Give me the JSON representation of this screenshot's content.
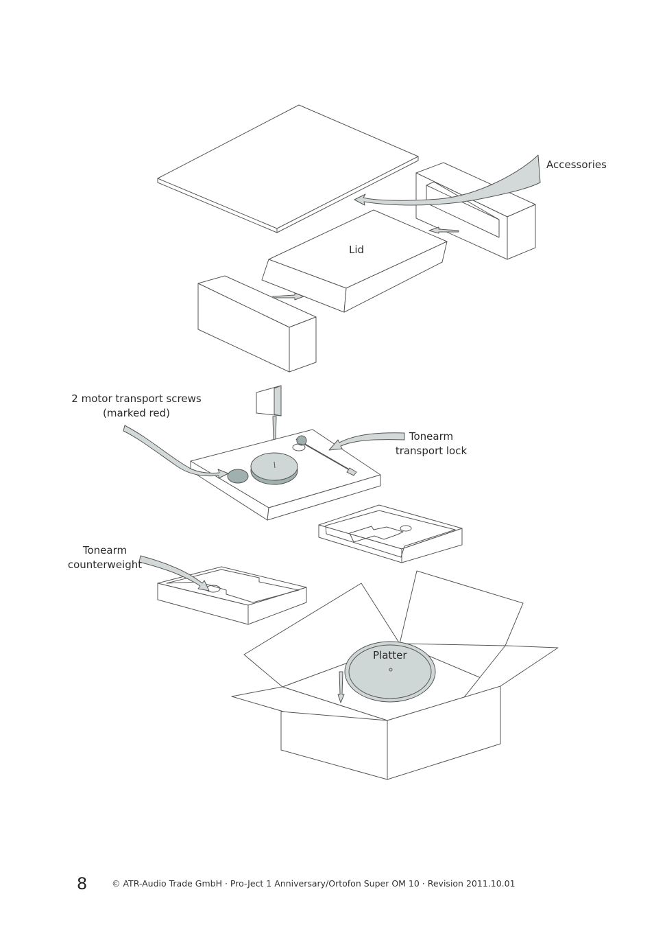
{
  "labels": {
    "accessories": "Accessories",
    "lid": "Lid",
    "motor_screws_line1": "2 motor transport screws",
    "motor_screws_line2": "(marked red)",
    "tonearm_lock_line1": "Tonearm",
    "tonearm_lock_line2": "transport lock",
    "counterweight_line1": "Tonearm",
    "counterweight_line2": "counterweight",
    "platter": "Platter"
  },
  "footer": {
    "page_number": "8",
    "text": "© ATR-Audio Trade GmbH · Pro-Ject 1 Anniversary/Ortofon Super OM 10 · Revision 2011.10.01"
  },
  "colors": {
    "line": "#555555",
    "fill_part": "#cfd6d6",
    "fill_dark": "#9fb0ae",
    "arrow": "#d3d9d9"
  }
}
